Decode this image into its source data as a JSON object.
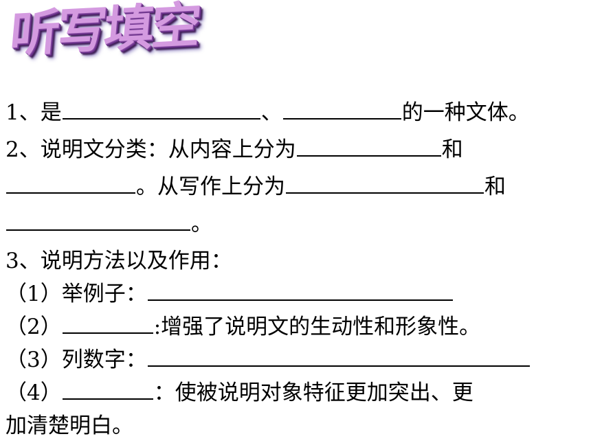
{
  "title": "听写填空",
  "q1": {
    "prefix": "1、是",
    "sep": "、",
    "suffix": "的一种文体。"
  },
  "q2": {
    "prefix": "2、说明文分类：从内容上分为",
    "and1": "和",
    "mid": "。从写作上分为",
    "and2": "和",
    "end": "。"
  },
  "q3": {
    "heading": "3、说明方法以及作用：",
    "item1": "（1）举例子：",
    "item2_prefix": "（2）",
    "item2_suffix": ":增强了说明文的生动性和形象性。",
    "item3": "（3）列数字：",
    "item4_prefix": "（4）",
    "item4_suffix": "：使被说明对象特征更加突出、更",
    "item4_cont": "加清楚明白。"
  }
}
